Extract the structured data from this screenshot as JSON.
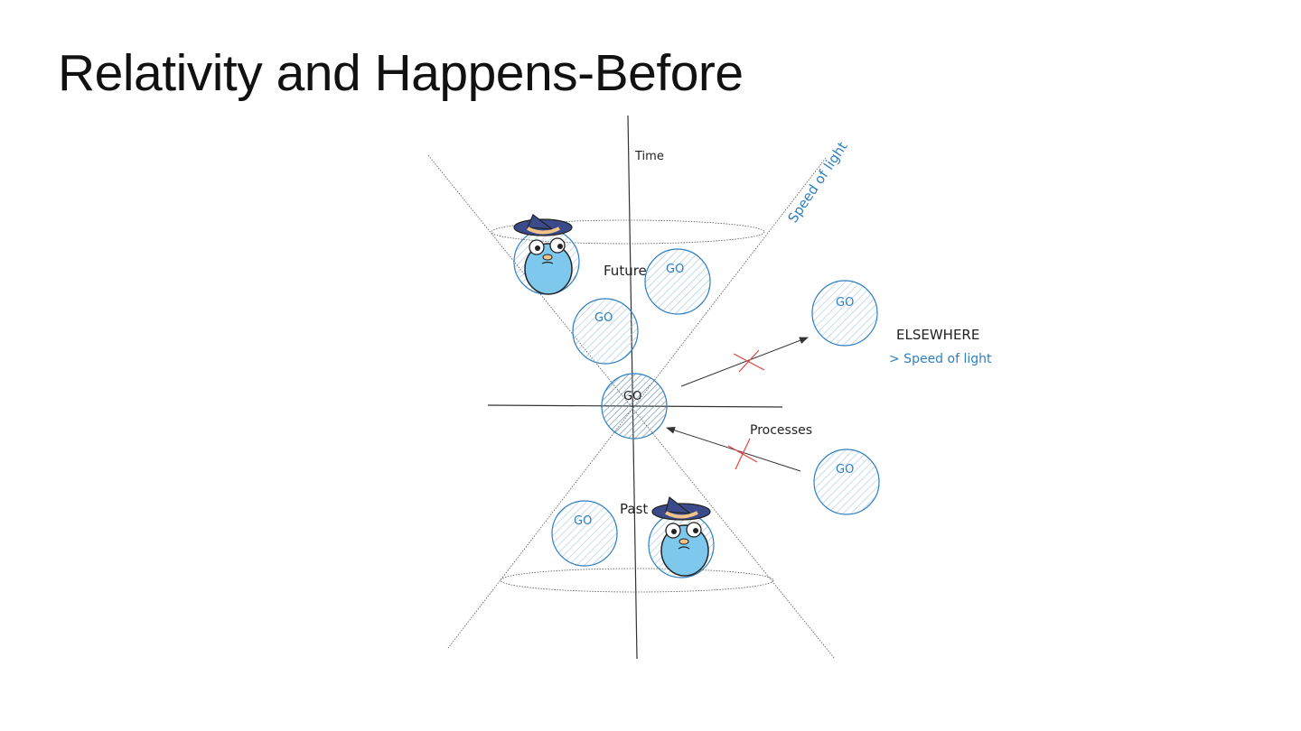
{
  "slide": {
    "title": "Relativity and Happens-Before"
  },
  "diagram": {
    "labels": {
      "time_axis": "Time",
      "speed_of_light": "Speed of light",
      "future": "Future",
      "past": "Past",
      "elsewhere": "ELSEWHERE",
      "faster_than_light": "> Speed of light",
      "processes": "Processes"
    },
    "process_label": "GO",
    "colors": {
      "accent": "#2f7fc1",
      "hatch": "#9fc4e2",
      "blocked": "#e0443e",
      "gopher": "#7ec8ee",
      "hat": "#3a4a8a"
    }
  }
}
